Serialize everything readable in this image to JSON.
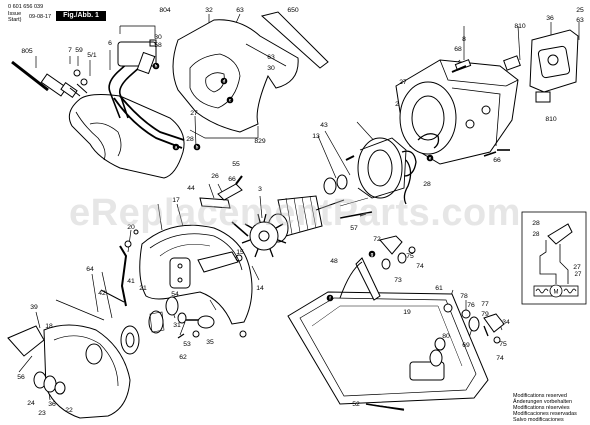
{
  "header": {
    "drawing_number": "0 601 656 039",
    "issue_label": "Issue",
    "start_label": "Start)",
    "issue_date": "09-08-17",
    "figure_label": "Fig./Abb. 1"
  },
  "watermark": "eReplacementParts.com",
  "notes": [
    "Modifications reserved",
    "Änderungen vorbehalten",
    "Modifications réservées",
    "Modificaciones reservadas",
    "Salvo modificaciones"
  ],
  "part_labels": [
    {
      "id": "p804",
      "text": "804"
    },
    {
      "id": "p32",
      "text": "32"
    },
    {
      "id": "p63a",
      "text": "63"
    },
    {
      "id": "p650",
      "text": "650"
    },
    {
      "id": "p805",
      "text": "805"
    },
    {
      "id": "p7",
      "text": "7"
    },
    {
      "id": "p59",
      "text": "59"
    },
    {
      "id": "p5_1",
      "text": "5/1"
    },
    {
      "id": "p6",
      "text": "6"
    },
    {
      "id": "p58",
      "text": "58"
    },
    {
      "id": "p30a",
      "text": "30"
    },
    {
      "id": "p63b",
      "text": "63"
    },
    {
      "id": "p8",
      "text": "8"
    },
    {
      "id": "p810a",
      "text": "810"
    },
    {
      "id": "p36",
      "text": "36"
    },
    {
      "id": "p25",
      "text": "25"
    },
    {
      "id": "p63c",
      "text": "63"
    },
    {
      "id": "p68",
      "text": "68"
    },
    {
      "id": "p30b",
      "text": "30"
    },
    {
      "id": "p27a",
      "text": "27"
    },
    {
      "id": "p810b",
      "text": "810"
    },
    {
      "id": "p2",
      "text": "2"
    },
    {
      "id": "p829",
      "text": "829"
    },
    {
      "id": "p28a",
      "text": "28"
    },
    {
      "id": "p27b",
      "text": "27"
    },
    {
      "id": "p43",
      "text": "43"
    },
    {
      "id": "p13",
      "text": "13"
    },
    {
      "id": "p55",
      "text": "55"
    },
    {
      "id": "p28b",
      "text": "28"
    },
    {
      "id": "p66a",
      "text": "66"
    },
    {
      "id": "p66b",
      "text": "66"
    },
    {
      "id": "p26",
      "text": "26"
    },
    {
      "id": "p3",
      "text": "3"
    },
    {
      "id": "p44",
      "text": "44"
    },
    {
      "id": "p17",
      "text": "17"
    },
    {
      "id": "p57",
      "text": "57"
    },
    {
      "id": "p20",
      "text": "20"
    },
    {
      "id": "p28c",
      "text": "28"
    },
    {
      "id": "p27c",
      "text": "27"
    },
    {
      "id": "p72",
      "text": "72"
    },
    {
      "id": "p15",
      "text": "15"
    },
    {
      "id": "p75",
      "text": "75"
    },
    {
      "id": "p74a",
      "text": "74"
    },
    {
      "id": "p73",
      "text": "73"
    },
    {
      "id": "p48",
      "text": "48"
    },
    {
      "id": "p64",
      "text": "64"
    },
    {
      "id": "p42",
      "text": "42"
    },
    {
      "id": "p41",
      "text": "41"
    },
    {
      "id": "p21",
      "text": "21"
    },
    {
      "id": "p14",
      "text": "14"
    },
    {
      "id": "p61",
      "text": "61"
    },
    {
      "id": "p78",
      "text": "78"
    },
    {
      "id": "p39",
      "text": "39"
    },
    {
      "id": "p18",
      "text": "18"
    },
    {
      "id": "p54",
      "text": "54"
    },
    {
      "id": "p19",
      "text": "19"
    },
    {
      "id": "p76",
      "text": "76"
    },
    {
      "id": "p77",
      "text": "77"
    },
    {
      "id": "p79",
      "text": "79"
    },
    {
      "id": "p31",
      "text": "31"
    },
    {
      "id": "p80",
      "text": "80"
    },
    {
      "id": "p69",
      "text": "69"
    },
    {
      "id": "p53",
      "text": "53"
    },
    {
      "id": "p35",
      "text": "35"
    },
    {
      "id": "p34",
      "text": "34"
    },
    {
      "id": "p75b",
      "text": "75"
    },
    {
      "id": "p74b",
      "text": "74"
    },
    {
      "id": "p62",
      "text": "62"
    },
    {
      "id": "p56",
      "text": "56"
    },
    {
      "id": "p24",
      "text": "24"
    },
    {
      "id": "p23",
      "text": "23"
    },
    {
      "id": "p36b",
      "text": "36"
    },
    {
      "id": "p22",
      "text": "22"
    },
    {
      "id": "p52",
      "text": "52"
    }
  ],
  "callouts": [
    {
      "id": "cg_a",
      "text": "a"
    },
    {
      "id": "cg_b",
      "text": "b"
    },
    {
      "id": "cg_c",
      "text": "c"
    },
    {
      "id": "cg_d",
      "text": "d"
    },
    {
      "id": "cg_e",
      "text": "e"
    },
    {
      "id": "cg_f",
      "text": "f"
    },
    {
      "id": "cg_g",
      "text": "g"
    },
    {
      "id": "cg_h",
      "text": "h"
    }
  ],
  "schematic": {
    "labels": {
      "l28": "28",
      "l27": "27",
      "lM": "M"
    }
  }
}
